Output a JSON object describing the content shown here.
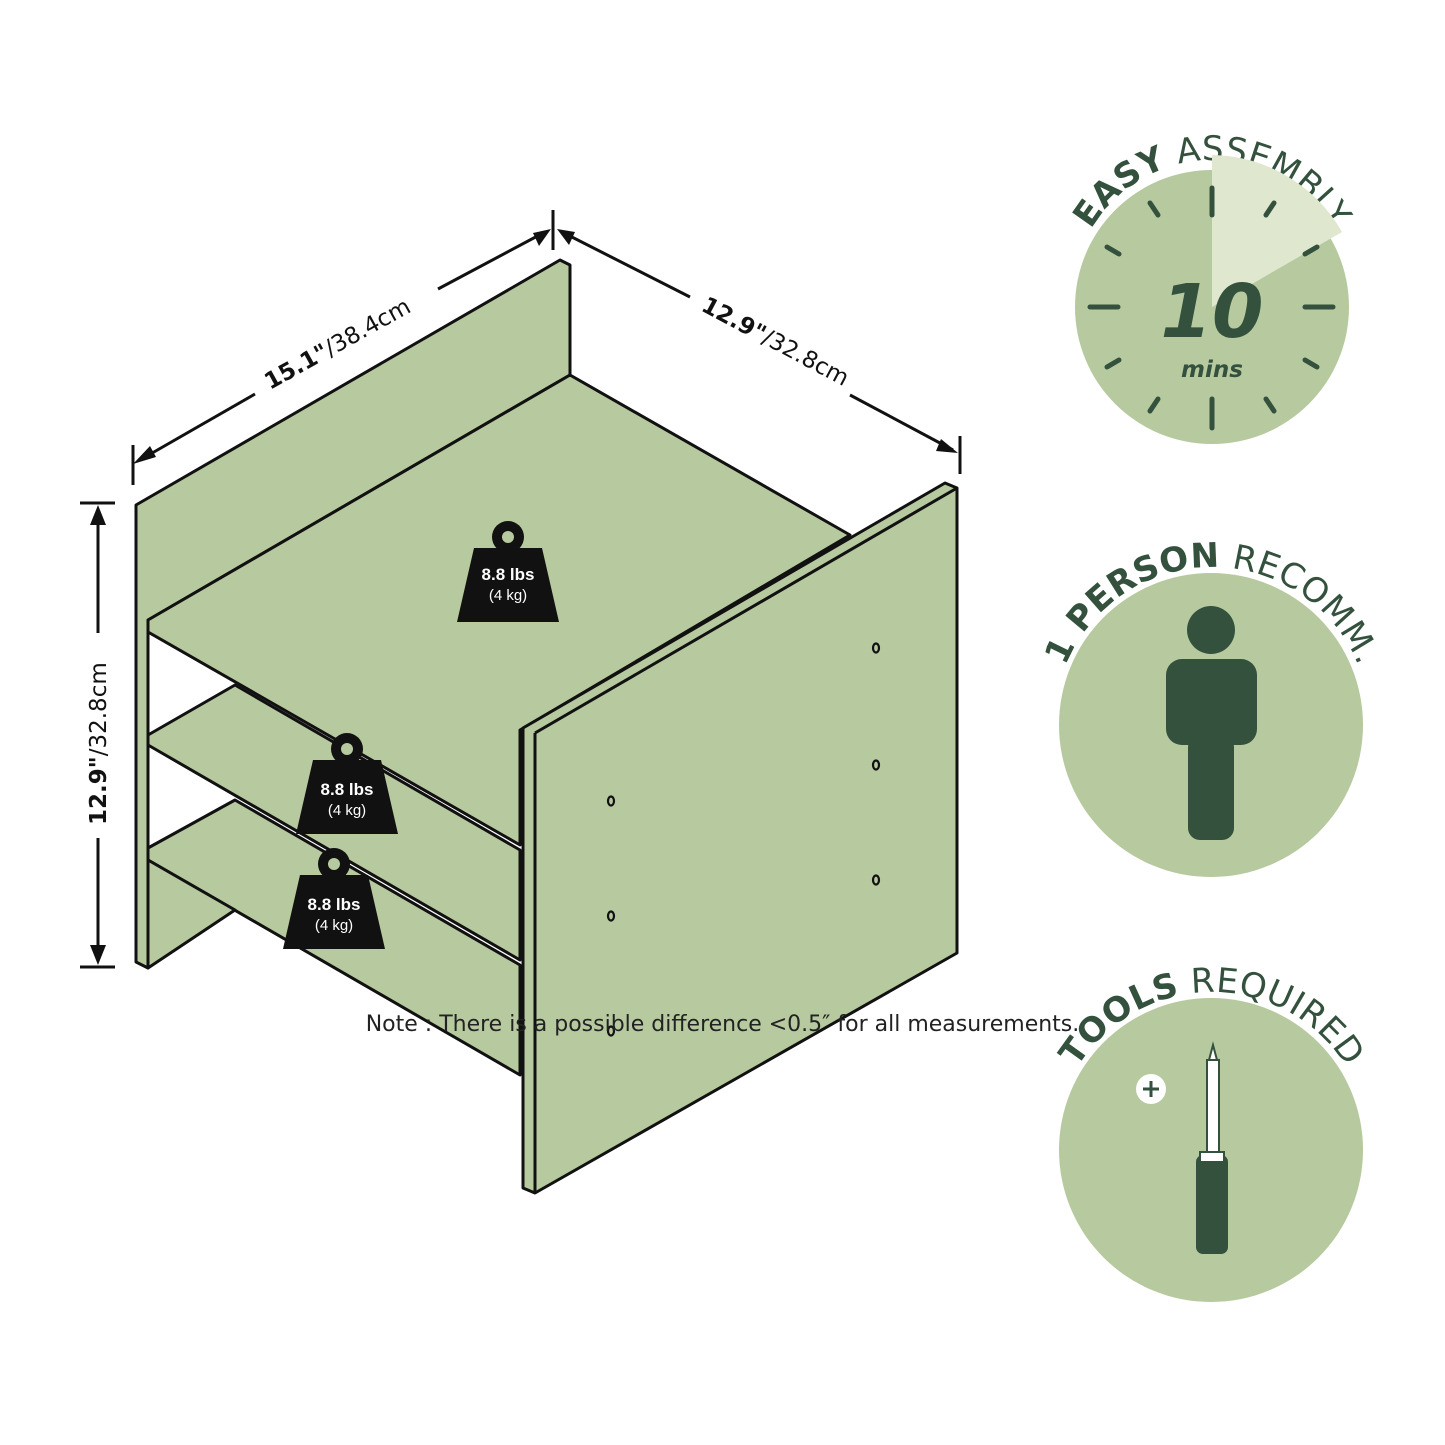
{
  "colors": {
    "panel_fill": "#b7c99f",
    "outline": "#111111",
    "icon_dark": "#33513d",
    "circle_fill": "#b7c99f",
    "clock_highlight": "#dfe7cf",
    "weight_tag": "#111111"
  },
  "dimensions": {
    "width": {
      "imperial": "15.1\"",
      "metric": "/38.4cm"
    },
    "depth": {
      "imperial": "12.9\"",
      "metric": "/32.8cm"
    },
    "height": {
      "imperial": "12.9\"",
      "metric": "/32.8cm"
    }
  },
  "weights": [
    {
      "lbs": "8.8 lbs",
      "kg": "(4 kg)"
    },
    {
      "lbs": "8.8 lbs",
      "kg": "(4 kg)"
    },
    {
      "lbs": "8.8 lbs",
      "kg": "(4 kg)"
    }
  ],
  "badges": {
    "assembly": {
      "bold": "EASY",
      "rest": " ASSEMBLY",
      "number": "10",
      "unit": "mins",
      "icon": "clock-icon"
    },
    "person": {
      "bold": "1 PERSON",
      "rest": " RECOMM.",
      "icon": "person-icon"
    },
    "tools": {
      "bold": "TOOLS",
      "rest": " REQUIRED",
      "icon": "screwdriver-icon"
    }
  },
  "note": "Note : There is a possible difference <0.5″ for all measurements."
}
